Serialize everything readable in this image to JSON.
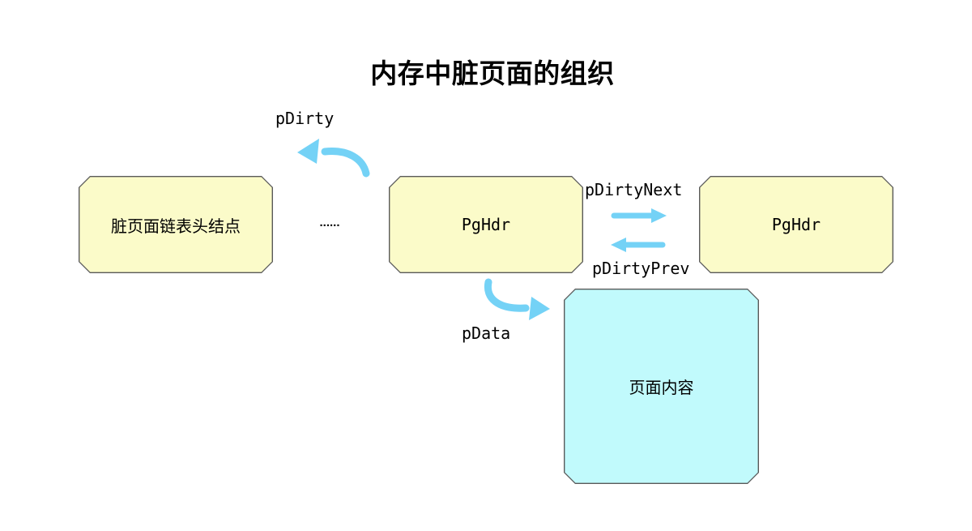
{
  "title": "内存中脏页面的组织",
  "diagram": {
    "nodes": {
      "list_head": {
        "label": "脏页面链表头结点"
      },
      "pghdr_mid": {
        "label": "PgHdr"
      },
      "pghdr_right": {
        "label": "PgHdr"
      },
      "page_content": {
        "label": "页面内容"
      }
    },
    "ellipsis": "......",
    "pointer_labels": {
      "pdirty": "pDirty",
      "pdirty_next": "pDirtyNext",
      "pdirty_prev": "pDirtyPrev",
      "pdata": "pData"
    },
    "colors": {
      "node_yellow": "#FBFBC9",
      "node_cyan": "#C1FAFC",
      "arrow_blue": "#74D2F6",
      "node_border": "#595959",
      "text_color": "#000000",
      "canvas_bg": "#FFFFFF"
    }
  }
}
